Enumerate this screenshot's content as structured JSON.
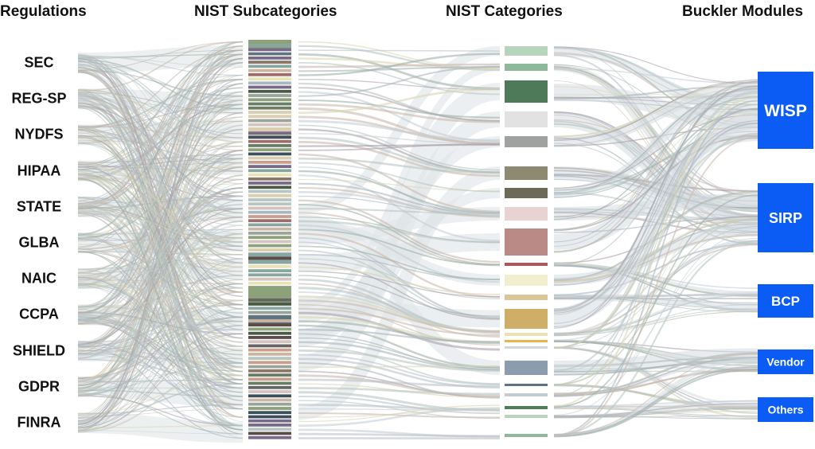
{
  "columns": {
    "regulations": "Regulations",
    "subcategories": "NIST Subcategories",
    "categories": "NIST Categories",
    "modules": "Buckler Modules"
  },
  "regulations": [
    "SEC",
    "REG-SP",
    "NYDFS",
    "HIPAA",
    "STATE",
    "GLBA",
    "NAIC",
    "CCPA",
    "SHIELD",
    "GDPR",
    "FINRA"
  ],
  "modules": [
    {
      "label": "WISP",
      "color": "#0a5cf5"
    },
    {
      "label": "SIRP",
      "color": "#0a5cf5"
    },
    {
      "label": "BCP",
      "color": "#0a5cf5"
    },
    {
      "label": "Vendor",
      "color": "#0a5cf5"
    },
    {
      "label": "Others",
      "color": "#0a5cf5"
    }
  ],
  "colors": {
    "flow_default": "#b9c3ca",
    "module_fill": "#0a5cf5",
    "category_palette": [
      "#b8d4bc",
      "#8fb89a",
      "#4e7a5a",
      "#e2e2e2",
      "#9fa3a0",
      "#8e8a72",
      "#6d6a58",
      "#e8d2d2",
      "#b98a86",
      "#a85a5a",
      "#f2efcf",
      "#dac49a",
      "#cfae68",
      "#e8e2b8",
      "#e7b54a",
      "#d0d6dc",
      "#8a9cae",
      "#5e7286",
      "#c8ccd0",
      "#4f7d56"
    ],
    "subcategory_palette": [
      "#5d4a4a",
      "#a26b6b",
      "#c9b6a6",
      "#3d4f5a",
      "#89a7a1",
      "#d9cfb0",
      "#6a7d65",
      "#b7c6c2",
      "#c99e8a",
      "#e9e4b5",
      "#7a6a8a",
      "#9aa49a",
      "#8a7768",
      "#4a5a44",
      "#cdb59d",
      "#5f7480",
      "#a7b7c4",
      "#d6c3bd",
      "#8da27a",
      "#656565"
    ]
  }
}
